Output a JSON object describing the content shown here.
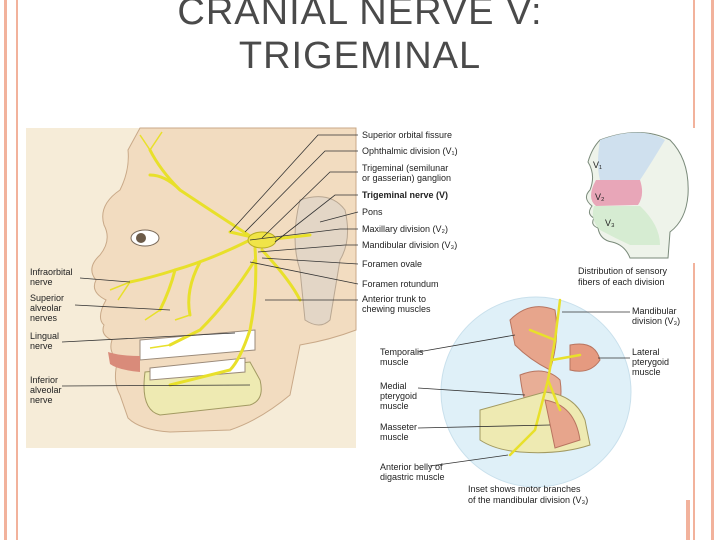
{
  "slide": {
    "title_line1": "CRANIAL NERVE V:",
    "title_line2": "TRIGEMINAL"
  },
  "figure": {
    "right_labels": [
      "Superior orbital fissure",
      "Ophthalmic division (V₁)",
      "Trigeminal (semilunar",
      "or gasserian) ganglion",
      "Trigeminal nerve (V)",
      "Pons",
      "Maxillary division (V₂)",
      "Mandibular division (V₃)",
      "Foramen ovale",
      "Foramen rotundum",
      "Anterior trunk to",
      "chewing muscles"
    ],
    "left_labels": [
      "Infraorbital",
      "nerve",
      "Superior",
      "alveolar",
      "nerves",
      "Lingual",
      "nerve",
      "Inferior",
      "alveolar",
      "nerve"
    ],
    "head_inset": {
      "v1": "V₁",
      "v2": "V₂",
      "v3": "V₃",
      "caption_line1": "Distribution of sensory",
      "caption_line2": "fibers of each division"
    },
    "motor_inset": {
      "left_labels": [
        "Temporalis",
        "muscle",
        "Medial",
        "pterygoid",
        "muscle",
        "Masseter",
        "muscle",
        "Anterior belly of",
        "digastric muscle"
      ],
      "right_labels": [
        "Mandibular",
        "division (V₃)",
        "Lateral",
        "pterygoid",
        "muscle"
      ],
      "caption_line1": "Inset shows motor branches",
      "caption_line2": "of the mandibular division (V₃)"
    }
  },
  "colors": {
    "frame": "#f2b29c",
    "nerve": "#e8e02a",
    "skin": "#f2e3c9",
    "bone": "#ece9b6",
    "muscle": "#e7a58c",
    "inset_bg": "#dff0f8"
  }
}
